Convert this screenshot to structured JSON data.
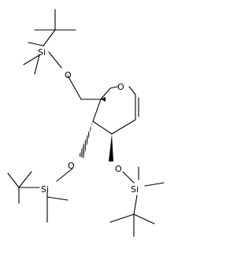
{
  "molecule": {
    "atoms": {
      "o_ring": "O",
      "o_top": "O",
      "o_mid": "O",
      "o_right": "O",
      "si_top": "Si",
      "si_mid": "Si",
      "si_right": "Si"
    }
  }
}
